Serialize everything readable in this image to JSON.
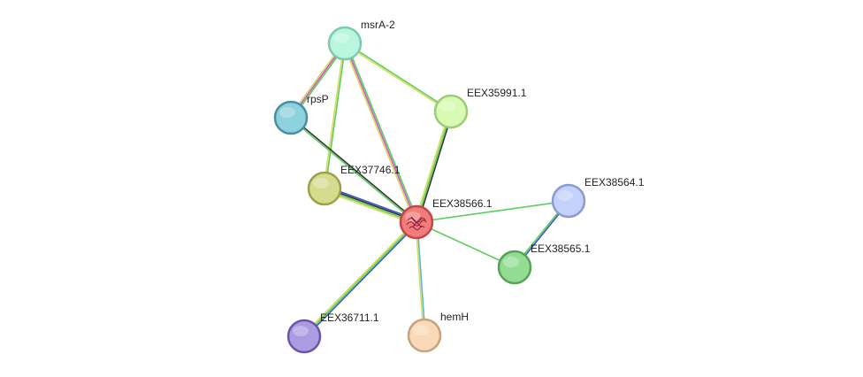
{
  "nodes": [
    {
      "id": "msrA-2",
      "label": "msrA-2",
      "fill": "#b9f5df",
      "stroke": "#7fc9ad"
    },
    {
      "id": "rpsP",
      "label": "rpsP",
      "fill": "#8ed1df",
      "stroke": "#4a8fa0"
    },
    {
      "id": "EEX35991.1",
      "label": "EEX35991.1",
      "fill": "#d7fbb2",
      "stroke": "#9ccc7a"
    },
    {
      "id": "EEX37746.1",
      "label": "EEX37746.1",
      "fill": "#d6dc8e",
      "stroke": "#9ca04a"
    },
    {
      "id": "EEX38566.1",
      "label": "EEX38566.1",
      "fill": "#f27b7b",
      "stroke": "#c24848",
      "center": true
    },
    {
      "id": "EEX38564.1",
      "label": "EEX38564.1",
      "fill": "#c3d1fb",
      "stroke": "#8a9bd0"
    },
    {
      "id": "EEX38565.1",
      "label": "EEX38565.1",
      "fill": "#93dc93",
      "stroke": "#56a356"
    },
    {
      "id": "EEX36711.1",
      "label": "EEX36711.1",
      "fill": "#aa9be3",
      "stroke": "#6a56a8"
    },
    {
      "id": "hemH",
      "label": "hemH",
      "fill": "#fad9b8",
      "stroke": "#c7a27c"
    }
  ],
  "edges": [
    {
      "from": "msrA-2",
      "to": "rpsP",
      "colors": [
        "#5acf5a",
        "#cf52cf",
        "#d6dc5a"
      ]
    },
    {
      "from": "msrA-2",
      "to": "EEX35991.1",
      "colors": [
        "#5acf5a",
        "#d6dc5a"
      ]
    },
    {
      "from": "msrA-2",
      "to": "EEX37746.1",
      "colors": [
        "#5acf5a",
        "#d6dc5a"
      ]
    },
    {
      "from": "msrA-2",
      "to": "EEX38566.1",
      "colors": [
        "#5acf5a",
        "#cf52cf",
        "#d6dc5a"
      ]
    },
    {
      "from": "rpsP",
      "to": "EEX38566.1",
      "colors": [
        "#333333",
        "#5acf5a"
      ]
    },
    {
      "from": "EEX35991.1",
      "to": "EEX38566.1",
      "colors": [
        "#333333",
        "#5acf5a",
        "#d6dc5a"
      ]
    },
    {
      "from": "EEX37746.1",
      "to": "EEX38566.1",
      "colors": [
        "#3a55c8",
        "#333333",
        "#5acf5a",
        "#d6dc5a"
      ]
    },
    {
      "from": "EEX38566.1",
      "to": "EEX38564.1",
      "colors": [
        "#5acf5a"
      ]
    },
    {
      "from": "EEX38566.1",
      "to": "EEX38565.1",
      "colors": [
        "#5acf5a"
      ]
    },
    {
      "from": "EEX38564.1",
      "to": "EEX38565.1",
      "colors": [
        "#3a55c8",
        "#5acf5a"
      ]
    },
    {
      "from": "EEX38566.1",
      "to": "EEX36711.1",
      "colors": [
        "#3a55c8",
        "#5acf5a",
        "#d6dc5a"
      ]
    },
    {
      "from": "EEX38566.1",
      "to": "hemH",
      "colors": [
        "#5ab8cf",
        "#d6dc5a"
      ]
    }
  ]
}
